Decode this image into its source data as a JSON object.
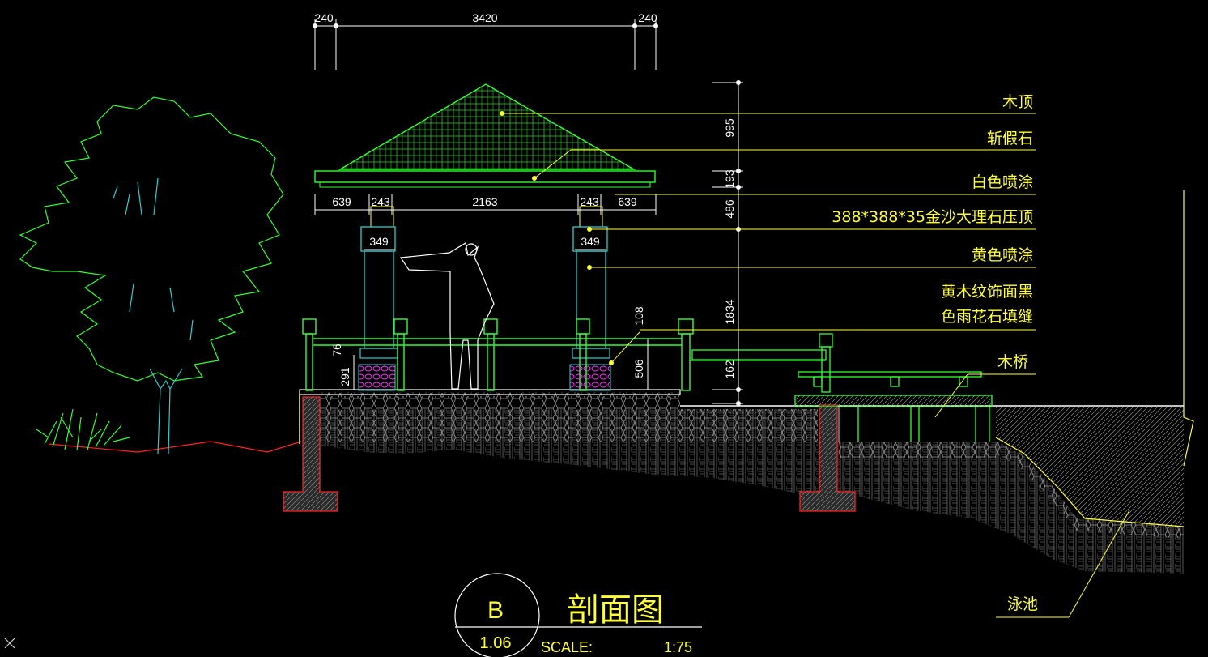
{
  "drawing": {
    "title": "剖面图",
    "section_letter": "B",
    "sheet_number": "1.06",
    "scale_label": "SCALE:",
    "scale_value": "1:75"
  },
  "top_dimensions": [
    "240",
    "3420",
    "240"
  ],
  "eave_dimensions": [
    "639",
    "243",
    "2163",
    "243",
    "639"
  ],
  "column_dimensions": [
    "349",
    "349"
  ],
  "vertical_dimensions": [
    "995",
    "193",
    "486",
    "1834",
    "162"
  ],
  "small_dimensions": [
    "108",
    "506",
    "76",
    "291"
  ],
  "annotations": [
    "木顶",
    "斩假石",
    "白色喷涂",
    "388*388*35金沙大理石压顶",
    "黄色喷涂",
    "黄木纹饰面黑",
    "色雨花石填缝",
    "木桥",
    "泳池"
  ],
  "colors": {
    "background": "#000000",
    "structure": "#33ff33",
    "column": "#33cccc",
    "annotation": "#ffff33",
    "dimension": "#ffffff",
    "footing": "#ff2222",
    "pebble": "#ff33ff"
  },
  "icons": [
    "close-icon"
  ]
}
